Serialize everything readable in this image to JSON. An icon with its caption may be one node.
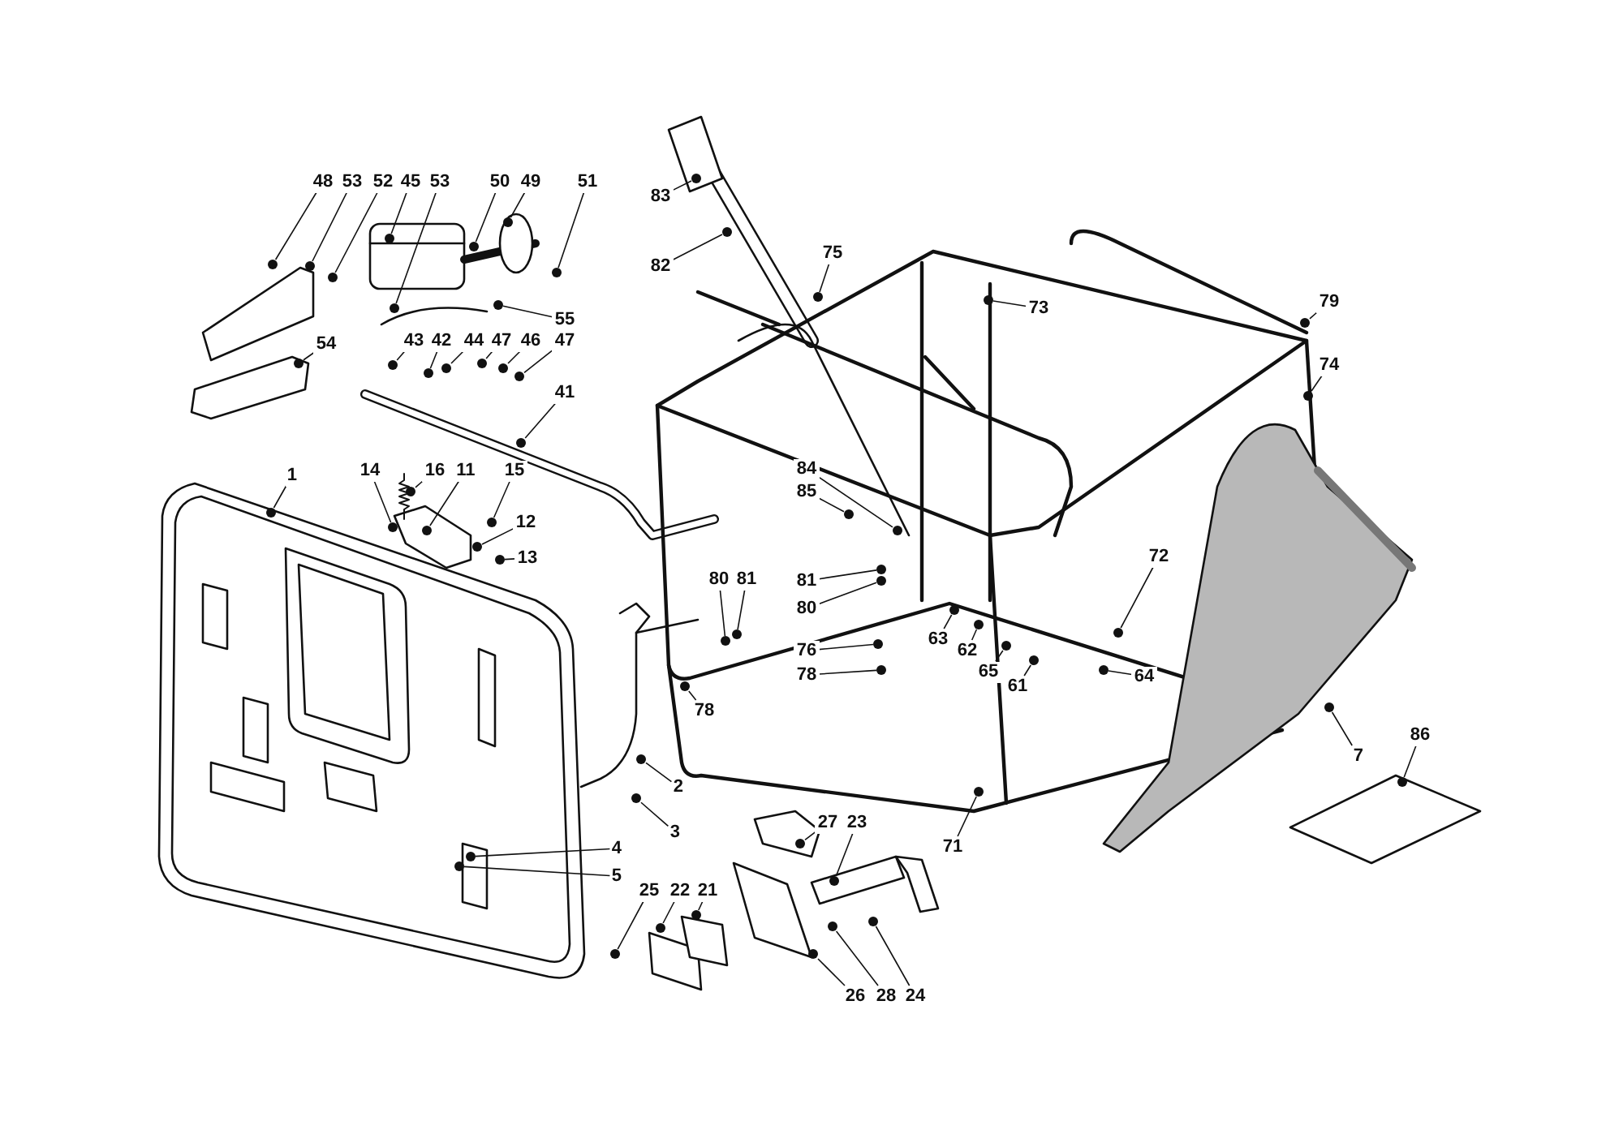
{
  "diagram": {
    "nodes": [
      {
        "text": [
          "48"
        ]
      },
      {
        "text": [
          "53"
        ]
      },
      {
        "text": [
          "52"
        ]
      },
      {
        "text": [
          "45"
        ]
      },
      {
        "text": [
          "53"
        ]
      },
      {
        "text": [
          "50"
        ]
      },
      {
        "text": [
          "49"
        ]
      },
      {
        "text": [
          "51"
        ]
      },
      {
        "text": [
          "55"
        ]
      },
      {
        "text": [
          "43"
        ]
      },
      {
        "text": [
          "42"
        ]
      },
      {
        "text": [
          "44"
        ]
      },
      {
        "text": [
          "47"
        ]
      },
      {
        "text": [
          "46"
        ]
      },
      {
        "text": [
          "47"
        ]
      },
      {
        "text": [
          "54"
        ]
      },
      {
        "text": [
          "41"
        ]
      },
      {
        "text": [
          "1"
        ]
      },
      {
        "text": [
          "14"
        ]
      },
      {
        "text": [
          "16"
        ]
      },
      {
        "text": [
          "11"
        ]
      },
      {
        "text": [
          "15"
        ]
      },
      {
        "text": [
          "12"
        ]
      },
      {
        "text": [
          "13"
        ]
      },
      {
        "text": [
          "2"
        ]
      },
      {
        "text": [
          "3"
        ]
      },
      {
        "text": [
          "4"
        ]
      },
      {
        "text": [
          "5"
        ]
      },
      {
        "text": [
          "27"
        ]
      },
      {
        "text": [
          "23"
        ]
      },
      {
        "text": [
          "71"
        ]
      },
      {
        "text": [
          "25"
        ]
      },
      {
        "text": [
          "22"
        ]
      },
      {
        "text": [
          "21"
        ]
      },
      {
        "text": [
          "26"
        ]
      },
      {
        "text": [
          "28"
        ]
      },
      {
        "text": [
          "24"
        ]
      },
      {
        "text": [
          "83"
        ]
      },
      {
        "text": [
          "82"
        ]
      },
      {
        "text": [
          "75"
        ]
      },
      {
        "text": [
          "73"
        ]
      },
      {
        "text": [
          "84"
        ]
      },
      {
        "text": [
          "85"
        ]
      },
      {
        "text": [
          "80"
        ]
      },
      {
        "text": [
          "81"
        ]
      },
      {
        "text": [
          "81"
        ]
      },
      {
        "text": [
          "80"
        ]
      },
      {
        "text": [
          "76"
        ]
      },
      {
        "text": [
          "78"
        ]
      },
      {
        "text": [
          "78"
        ]
      },
      {
        "text": [
          "63"
        ]
      },
      {
        "text": [
          "62"
        ]
      },
      {
        "text": [
          "65"
        ]
      },
      {
        "text": [
          "61"
        ]
      },
      {
        "text": [
          "72"
        ]
      },
      {
        "text": [
          "64"
        ]
      },
      {
        "text": [
          "79"
        ]
      },
      {
        "text": [
          "74"
        ]
      },
      {
        "text": [
          "7"
        ]
      },
      {
        "text": [
          "86"
        ]
      },
      {
        "text": [],
        "shape": "circle"
      },
      {
        "text": [],
        "shape": "circle"
      },
      {
        "text": [],
        "shape": "circle"
      },
      {
        "text": [],
        "shape": "circle"
      },
      {
        "text": [],
        "shape": "circle"
      },
      {
        "text": [],
        "shape": "circle"
      },
      {
        "text": [],
        "shape": "circle"
      },
      {
        "text": [],
        "shape": "circle"
      },
      {
        "text": [],
        "shape": "circle"
      },
      {
        "text": [],
        "shape": "circle"
      },
      {
        "text": [],
        "shape": "circle"
      },
      {
        "text": [],
        "shape": "circle"
      },
      {
        "text": [],
        "shape": "circle"
      },
      {
        "text": [],
        "shape": "circle"
      },
      {
        "text": [],
        "shape": "circle"
      },
      {
        "text": [],
        "shape": "circle"
      },
      {
        "text": [],
        "shape": "circle"
      },
      {
        "text": [],
        "shape": "circle"
      },
      {
        "text": [],
        "shape": "circle"
      },
      {
        "text": [],
        "shape": "circle"
      },
      {
        "text": [],
        "shape": "circle"
      },
      {
        "text": [],
        "shape": "circle"
      },
      {
        "text": [],
        "shape": "circle"
      },
      {
        "text": [],
        "shape": "circle"
      },
      {
        "text": [],
        "shape": "circle"
      },
      {
        "text": [],
        "shape": "circle"
      },
      {
        "text": [],
        "shape": "circle"
      },
      {
        "text": [],
        "shape": "circle"
      },
      {
        "text": [],
        "shape": "circle"
      },
      {
        "text": [],
        "shape": "circle"
      },
      {
        "text": [],
        "shape": "circle"
      },
      {
        "text": [],
        "shape": "circle"
      },
      {
        "text": [],
        "shape": "circle"
      },
      {
        "text": [],
        "shape": "circle"
      },
      {
        "text": [],
        "shape": "circle"
      },
      {
        "text": [],
        "shape": "circle"
      },
      {
        "text": [],
        "shape": "circle"
      },
      {
        "text": [],
        "shape": "circle"
      },
      {
        "text": [],
        "shape": "circle"
      },
      {
        "text": [],
        "shape": "circle"
      },
      {
        "text": [],
        "shape": "circle"
      },
      {
        "text": [],
        "shape": "circle"
      },
      {
        "text": [],
        "shape": "circle"
      },
      {
        "text": [],
        "shape": "circle"
      },
      {
        "text": [],
        "shape": "circle"
      },
      {
        "text": [],
        "shape": "circle"
      },
      {
        "text": [],
        "shape": "circle"
      },
      {
        "text": [],
        "shape": "circle"
      },
      {
        "text": [],
        "shape": "circle"
      },
      {
        "text": [],
        "shape": "circle"
      },
      {
        "text": [],
        "shape": "circle"
      },
      {
        "text": [],
        "shape": "circle"
      },
      {
        "text": [],
        "shape": "circle"
      },
      {
        "text": [],
        "shape": "circle"
      },
      {
        "text": [],
        "shape": "circle"
      },
      {
        "text": [],
        "shape": "circle"
      },
      {
        "text": [],
        "shape": "circle"
      },
      {
        "text": [],
        "shape": "circle"
      },
      {
        "text": [],
        "shape": "circle"
      },
      {
        "text": [],
        "shape": "circle"
      }
    ],
    "edges": [
      {
        "from": 0,
        "to": 60,
        "arrow": "none"
      },
      {
        "from": 1,
        "to": 61,
        "arrow": "none"
      },
      {
        "from": 2,
        "to": 62,
        "arrow": "none"
      },
      {
        "from": 3,
        "to": 63,
        "arrow": "none"
      },
      {
        "from": 4,
        "to": 64,
        "arrow": "none"
      },
      {
        "from": 5,
        "to": 65,
        "arrow": "none"
      },
      {
        "from": 6,
        "to": 66,
        "arrow": "none"
      },
      {
        "from": 7,
        "to": 67,
        "arrow": "none"
      },
      {
        "from": 8,
        "to": 68,
        "arrow": "none"
      },
      {
        "from": 9,
        "to": 69,
        "arrow": "none"
      },
      {
        "from": 10,
        "to": 70,
        "arrow": "none"
      },
      {
        "from": 11,
        "to": 71,
        "arrow": "none"
      },
      {
        "from": 12,
        "to": 72,
        "arrow": "none"
      },
      {
        "from": 13,
        "to": 73,
        "arrow": "none"
      },
      {
        "from": 14,
        "to": 74,
        "arrow": "none"
      },
      {
        "from": 15,
        "to": 75,
        "arrow": "none"
      },
      {
        "from": 16,
        "to": 76,
        "arrow": "none"
      },
      {
        "from": 17,
        "to": 77,
        "arrow": "none"
      },
      {
        "from": 18,
        "to": 78,
        "arrow": "none"
      },
      {
        "from": 19,
        "to": 79,
        "arrow": "none"
      },
      {
        "from": 20,
        "to": 80,
        "arrow": "none"
      },
      {
        "from": 21,
        "to": 81,
        "arrow": "none"
      },
      {
        "from": 22,
        "to": 82,
        "arrow": "none"
      },
      {
        "from": 23,
        "to": 83,
        "arrow": "none"
      },
      {
        "from": 24,
        "to": 84,
        "arrow": "none"
      },
      {
        "from": 25,
        "to": 85,
        "arrow": "none"
      },
      {
        "from": 26,
        "to": 86,
        "arrow": "none"
      },
      {
        "from": 27,
        "to": 87,
        "arrow": "none"
      },
      {
        "from": 28,
        "to": 88,
        "arrow": "none"
      },
      {
        "from": 29,
        "to": 89,
        "arrow": "none"
      },
      {
        "from": 30,
        "to": 90,
        "arrow": "none"
      },
      {
        "from": 31,
        "to": 91,
        "arrow": "none"
      },
      {
        "from": 32,
        "to": 92,
        "arrow": "none"
      },
      {
        "from": 33,
        "to": 93,
        "arrow": "none"
      },
      {
        "from": 34,
        "to": 94,
        "arrow": "none"
      },
      {
        "from": 35,
        "to": 95,
        "arrow": "none"
      },
      {
        "from": 36,
        "to": 96,
        "arrow": "none"
      },
      {
        "from": 37,
        "to": 97,
        "arrow": "none"
      },
      {
        "from": 38,
        "to": 98,
        "arrow": "none"
      },
      {
        "from": 39,
        "to": 99,
        "arrow": "none"
      },
      {
        "from": 40,
        "to": 100,
        "arrow": "none"
      },
      {
        "from": 41,
        "to": 101,
        "arrow": "none"
      },
      {
        "from": 42,
        "to": 102,
        "arrow": "none"
      },
      {
        "from": 43,
        "to": 103,
        "arrow": "none"
      },
      {
        "from": 44,
        "to": 104,
        "arrow": "none"
      },
      {
        "from": 45,
        "to": 105,
        "arrow": "none"
      },
      {
        "from": 46,
        "to": 106,
        "arrow": "none"
      },
      {
        "from": 47,
        "to": 107,
        "arrow": "none"
      },
      {
        "from": 48,
        "to": 108,
        "arrow": "none"
      },
      {
        "from": 49,
        "to": 109,
        "arrow": "none"
      },
      {
        "from": 50,
        "to": 110,
        "arrow": "none"
      },
      {
        "from": 51,
        "to": 111,
        "arrow": "none"
      },
      {
        "from": 52,
        "to": 112,
        "arrow": "none"
      },
      {
        "from": 53,
        "to": 113,
        "arrow": "none"
      },
      {
        "from": 54,
        "to": 114,
        "arrow": "none"
      },
      {
        "from": 55,
        "to": 115,
        "arrow": "none"
      },
      {
        "from": 56,
        "to": 116,
        "arrow": "none"
      },
      {
        "from": 57,
        "to": 117,
        "arrow": "none"
      },
      {
        "from": 58,
        "to": 118,
        "arrow": "none"
      },
      {
        "from": 59,
        "to": 119,
        "arrow": "none"
      }
    ]
  }
}
